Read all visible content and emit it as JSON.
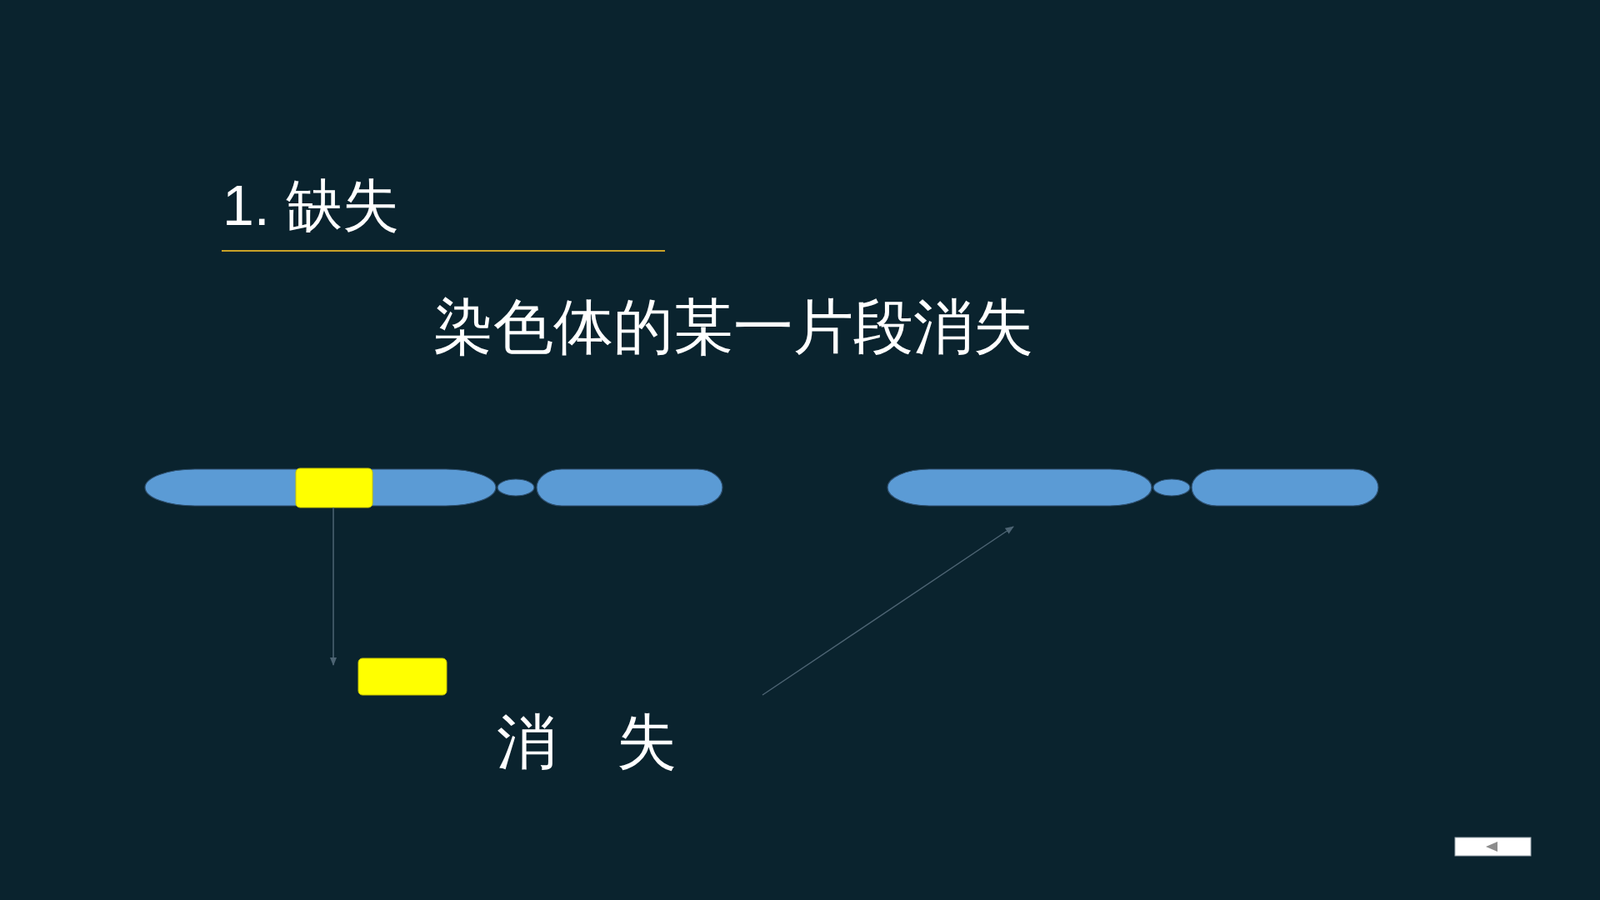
{
  "diagram": {
    "title": "1. 缺失",
    "labels": [
      "染色体的某一片段消失",
      "消　失"
    ]
  }
}
